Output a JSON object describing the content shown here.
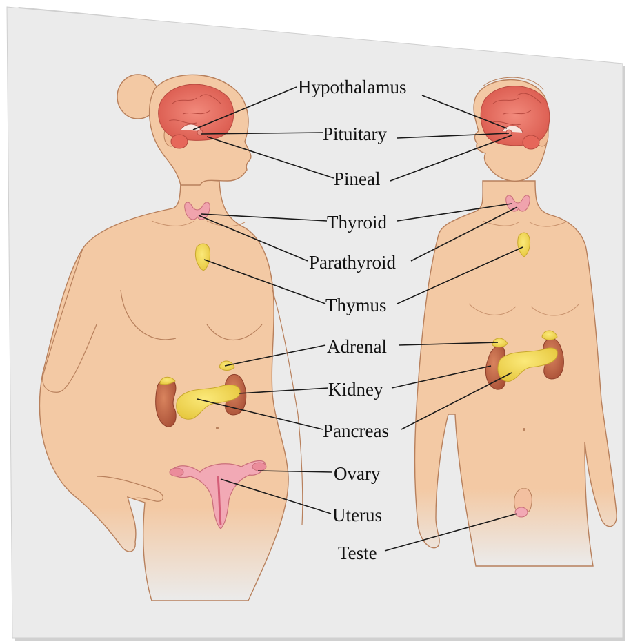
{
  "labels": {
    "hypothalamus": "Hypothalamus",
    "pituitary": "Pituitary",
    "pineal": "Pineal",
    "thyroid": "Thyroid",
    "parathyroid": "Parathyroid",
    "thymus": "Thymus",
    "adrenal": "Adrenal",
    "kidney": "Kidney",
    "pancreas": "Pancreas",
    "ovary": "Ovary",
    "uterus": "Uterus",
    "teste": "Teste"
  },
  "colors": {
    "panel": "#ebebeb",
    "skin": "#f3c9a4",
    "skin_outline": "#b8805c",
    "brain": "#e9776a",
    "gland_yellow": "#f2dc4e",
    "kidney": "#c86a4c",
    "uterus": "#e48a9a"
  }
}
